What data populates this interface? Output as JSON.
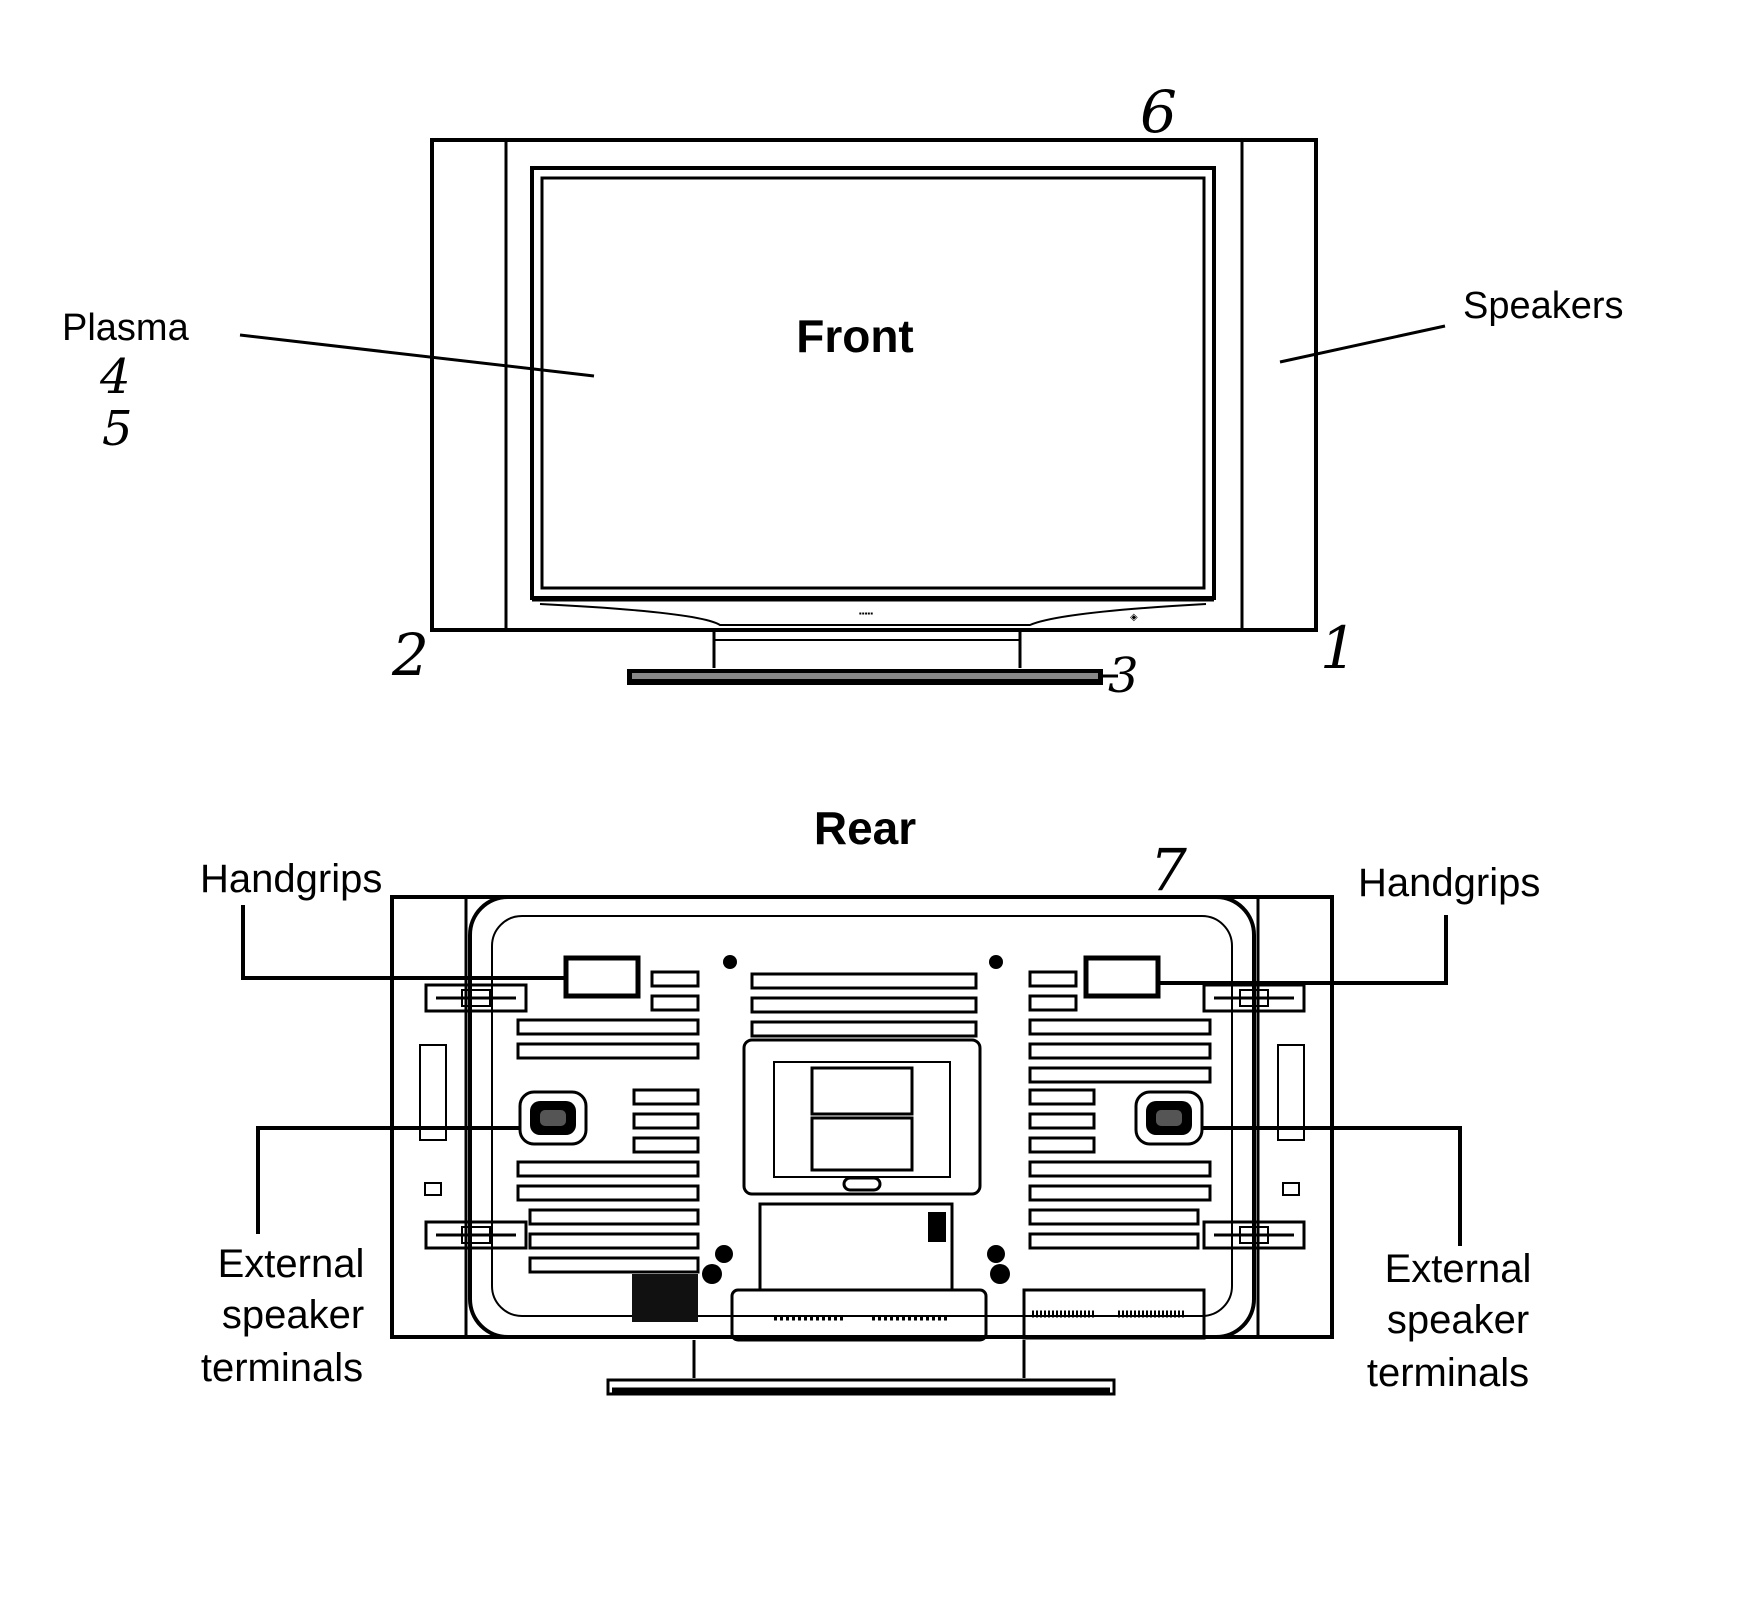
{
  "front": {
    "heading": "Front",
    "labels": {
      "plasma": "Plasma",
      "speakers": "Speakers"
    },
    "reference_numbers": {
      "n1": "1",
      "n2": "2",
      "n3": "3",
      "n4": "4",
      "n5": "5",
      "n6": "6"
    }
  },
  "rear": {
    "heading": "Rear",
    "reference_number": "7",
    "labels": {
      "handgrips_left": "Handgrips",
      "handgrips_right": "Handgrips",
      "ext_left_line1": "External",
      "ext_left_line2": "speaker",
      "ext_left_line3": "terminals",
      "ext_right_line1": "External",
      "ext_right_line2": "speaker",
      "ext_right_line3": "terminals"
    }
  }
}
